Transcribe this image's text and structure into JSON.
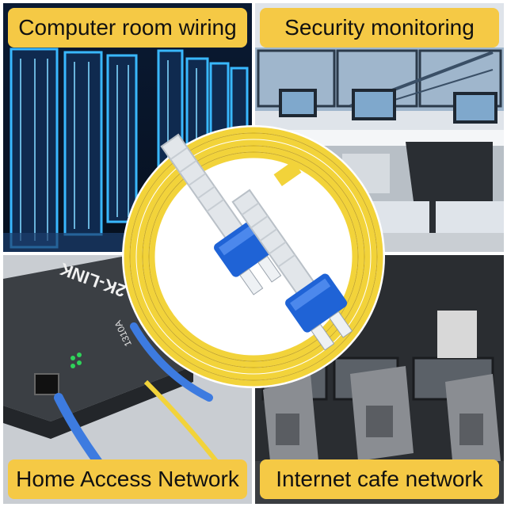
{
  "panels": {
    "top_left": {
      "label": "Computer room wiring"
    },
    "top_right": {
      "label": "Security monitoring"
    },
    "bottom_left": {
      "label": "Home Access Network",
      "device_brand": "2K-LINK",
      "device_model": "1310A"
    },
    "bottom_right": {
      "label": "Internet cafe network"
    }
  },
  "colors": {
    "label_bg": "#f5c945",
    "fiber_yellow": "#f2d33a",
    "connector_blue": "#1f63d6",
    "server_glow": "#39b8ff"
  },
  "icons": [
    "server-rack-icon",
    "monitor-icon",
    "media-converter-icon",
    "gaming-chair-icon",
    "lc-connector-icon"
  ]
}
